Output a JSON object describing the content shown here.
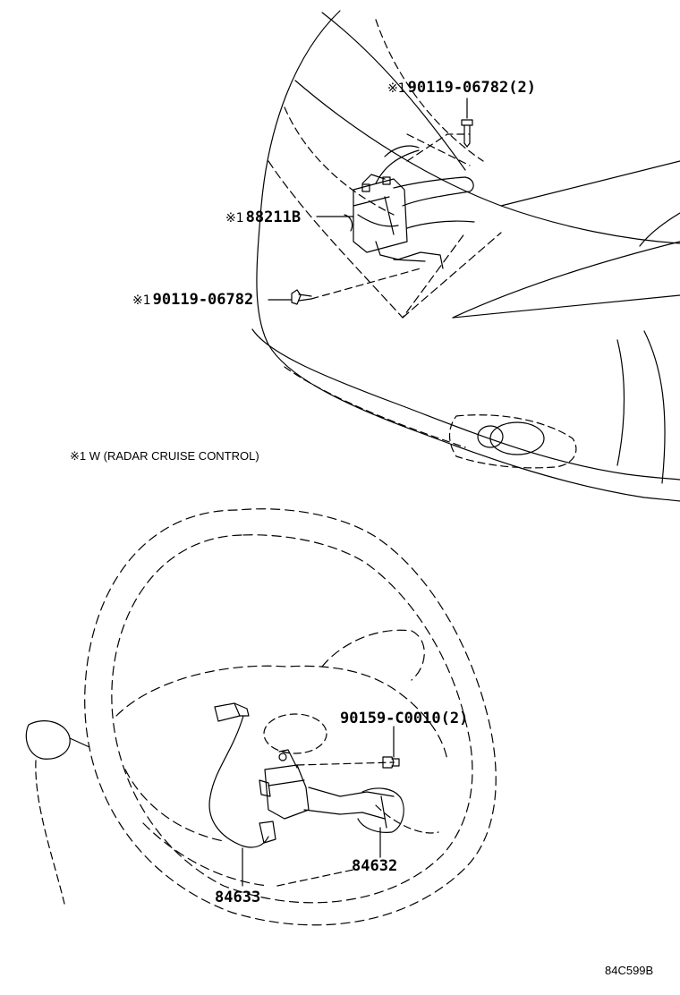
{
  "callouts": {
    "bolt_top": {
      "mark": "※1",
      "part": "90119-06782",
      "qty": "(2)"
    },
    "sensor": {
      "mark": "※1",
      "part": "88211B"
    },
    "bolt_left": {
      "mark": "※1",
      "part": "90119-06782"
    },
    "screw": {
      "part": "90159-C0010",
      "qty": "(2)"
    },
    "switch": {
      "part": "84632"
    },
    "wire": {
      "part": "84633"
    }
  },
  "footnote": {
    "mark": "※1",
    "text": "W (RADAR CRUISE CONTROL)"
  },
  "diagram_code": "84C599B"
}
